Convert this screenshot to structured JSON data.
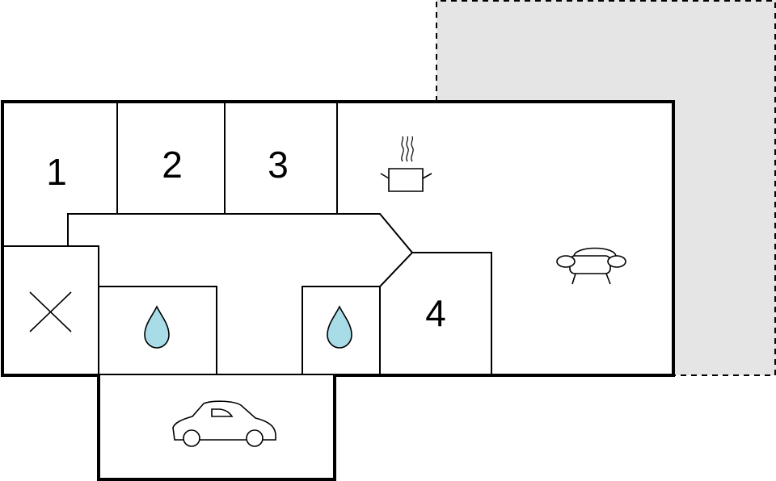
{
  "floorplan": {
    "rooms": [
      {
        "key": "1",
        "label": "1"
      },
      {
        "key": "2",
        "label": "2"
      },
      {
        "key": "3",
        "label": "3"
      },
      {
        "key": "4",
        "label": "4"
      }
    ],
    "icons": {
      "kitchen": "cooking-pot-icon",
      "living": "sofa-icon",
      "bath_1": "water-drop-icon",
      "bath_2": "water-drop-icon",
      "storage": "cross-mark-icon",
      "garage": "car-icon"
    },
    "colors": {
      "wall": "#000000",
      "terrace_fill": "#e5e5e5",
      "water_drop": "#a8dde8"
    }
  }
}
